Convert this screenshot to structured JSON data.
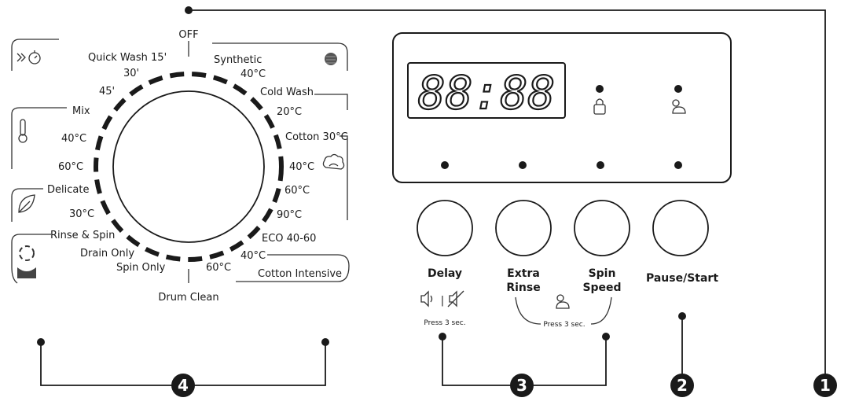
{
  "dial": {
    "off": "OFF",
    "programs": {
      "quick_wash": "Quick Wash 15'",
      "t30": "30'",
      "t45": "45'",
      "mix": "Mix",
      "mix_40": "40°C",
      "mix_60": "60°C",
      "delicate": "Delicate",
      "delicate_30": "30°C",
      "rinse_spin": "Rinse & Spin",
      "drain_only": "Drain Only",
      "spin_only": "Spin Only",
      "drum_clean": "Drum Clean",
      "synthetic": "Synthetic",
      "synthetic_40": "40°C",
      "cold_wash": "Cold Wash",
      "cold_20": "20°C",
      "cotton_30": "Cotton 30°C",
      "cotton_40": "40°C",
      "cotton_60": "60°C",
      "cotton_90": "90°C",
      "eco": "ECO 40-60",
      "intensive_40": "40°C",
      "intensive_60": "60°C",
      "cotton_intensive": "Cotton Intensive"
    }
  },
  "display": {
    "digits": "88:88"
  },
  "buttons": {
    "delay": "Delay",
    "extra": "Extra",
    "rinse": "Rinse",
    "spin": "Spin",
    "speed": "Speed",
    "pause_start": "Pause/Start",
    "press_delay": "Press 3 sec.",
    "press_lock": "Press 3 sec.",
    "sound_sep": "|"
  },
  "callouts": [
    "1",
    "2",
    "3",
    "4"
  ],
  "icons": [
    "quick-wash-icon",
    "thermometer-icon",
    "leaf-icon",
    "rinse-spin-icon",
    "synthetic-icon",
    "cotton-icon",
    "lock-icon",
    "child-lock-icon",
    "sound-on-icon",
    "sound-off-icon"
  ]
}
